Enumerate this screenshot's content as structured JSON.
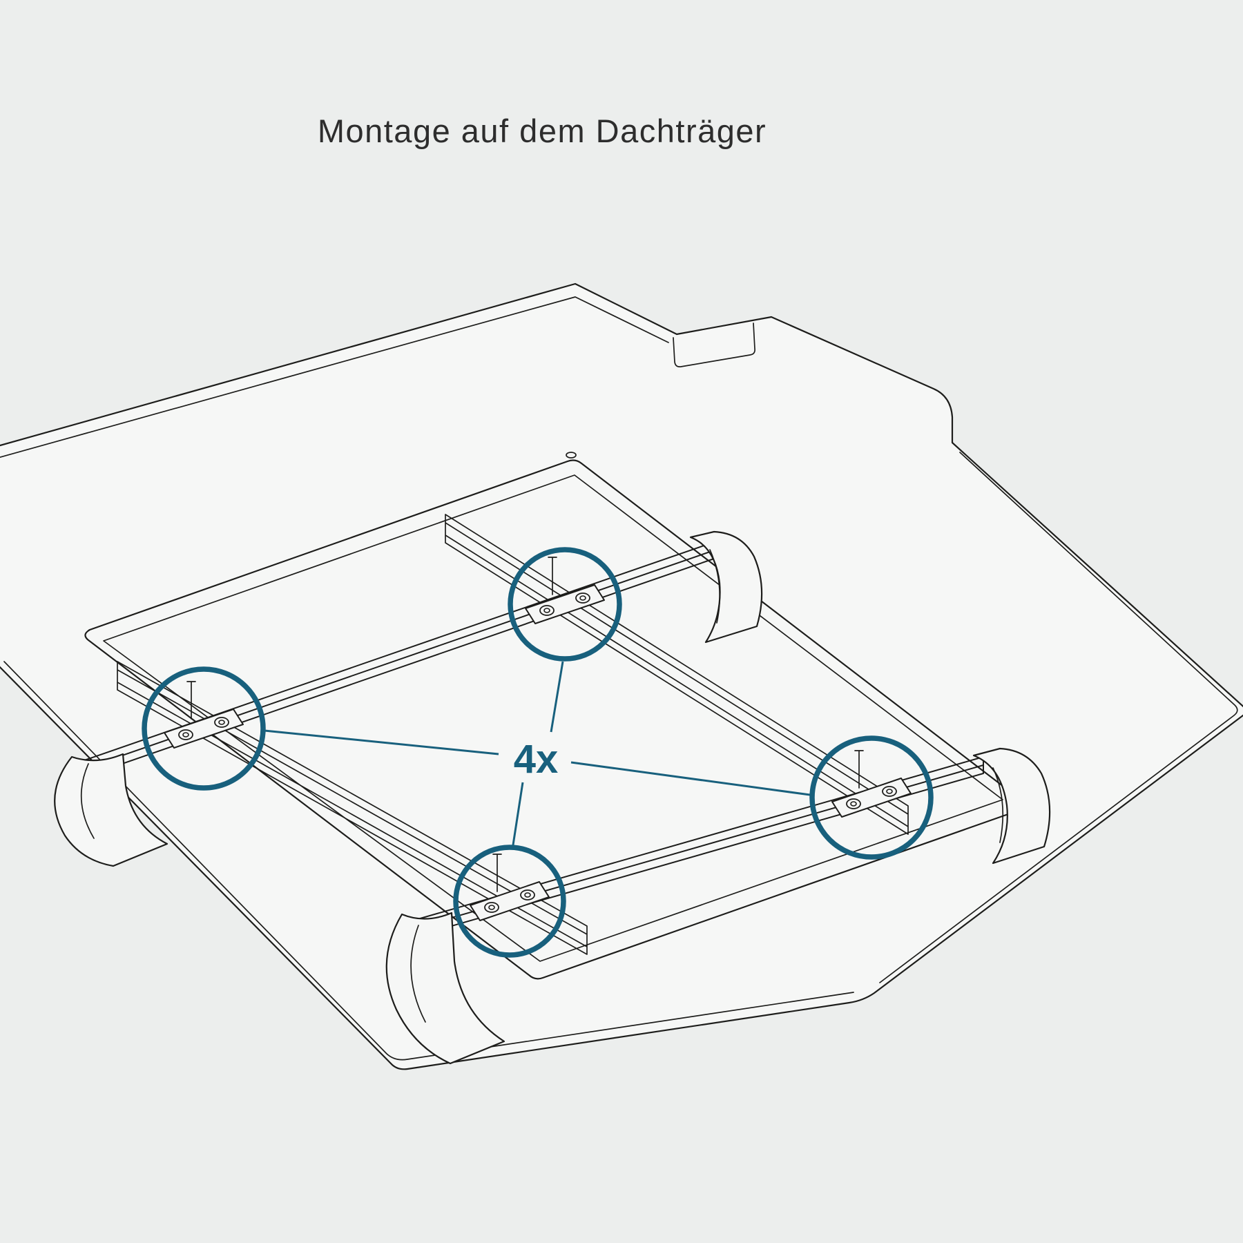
{
  "page": {
    "background_color": "#eceeed",
    "title": "Montage auf dem Dachträger"
  },
  "diagram": {
    "quantity_label": "4x",
    "accent_color": "#18607d",
    "line_color": "#1d1d1b",
    "surface_color": "#f6f7f6",
    "callouts": [
      {
        "name": "mount-point-rear-left"
      },
      {
        "name": "mount-point-rear-right"
      },
      {
        "name": "mount-point-front-left"
      },
      {
        "name": "mount-point-front-right"
      }
    ]
  }
}
